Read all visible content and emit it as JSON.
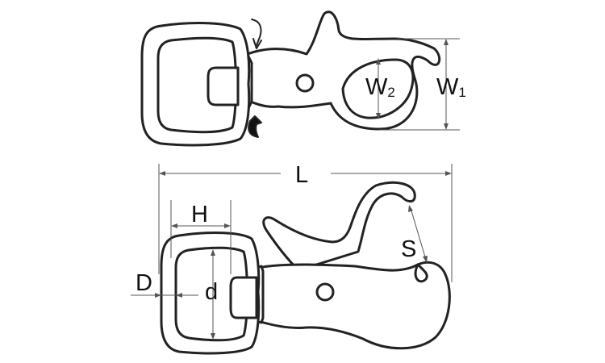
{
  "labels": {
    "w2": {
      "main": "W",
      "sub": "2"
    },
    "w1": {
      "main": "W",
      "sub": "1"
    },
    "l": "L",
    "h": "H",
    "s": "S",
    "d_upper": "D",
    "d_lower": "d"
  },
  "colors": {
    "line": "#222222",
    "dimension": "#555555",
    "background": "#ffffff"
  }
}
